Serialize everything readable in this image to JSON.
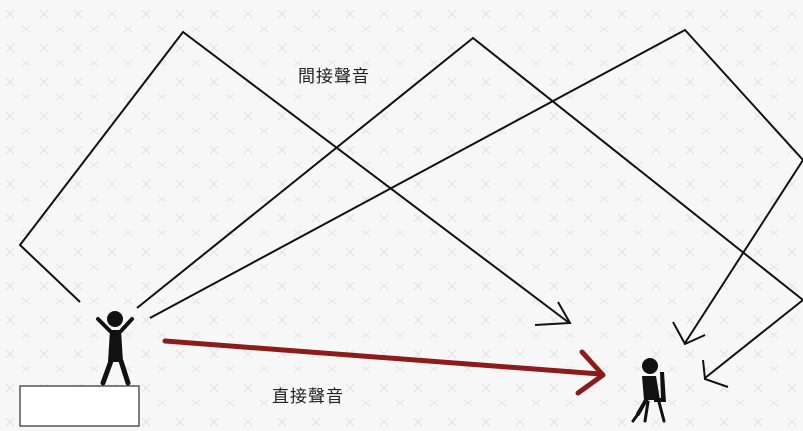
{
  "labels": {
    "indirect_sound": "間接聲音",
    "direct_sound": "直接聲音"
  },
  "colors": {
    "background": "#f7f7f7",
    "reflection_lines": "#111111",
    "direct_arrow": "#8e1b1b",
    "figures": "#111111",
    "stage_outline": "#555555"
  },
  "icons": {
    "speaker": "person-arms-raised-icon",
    "listener": "seated-person-icon",
    "stage": "stage-platform"
  }
}
